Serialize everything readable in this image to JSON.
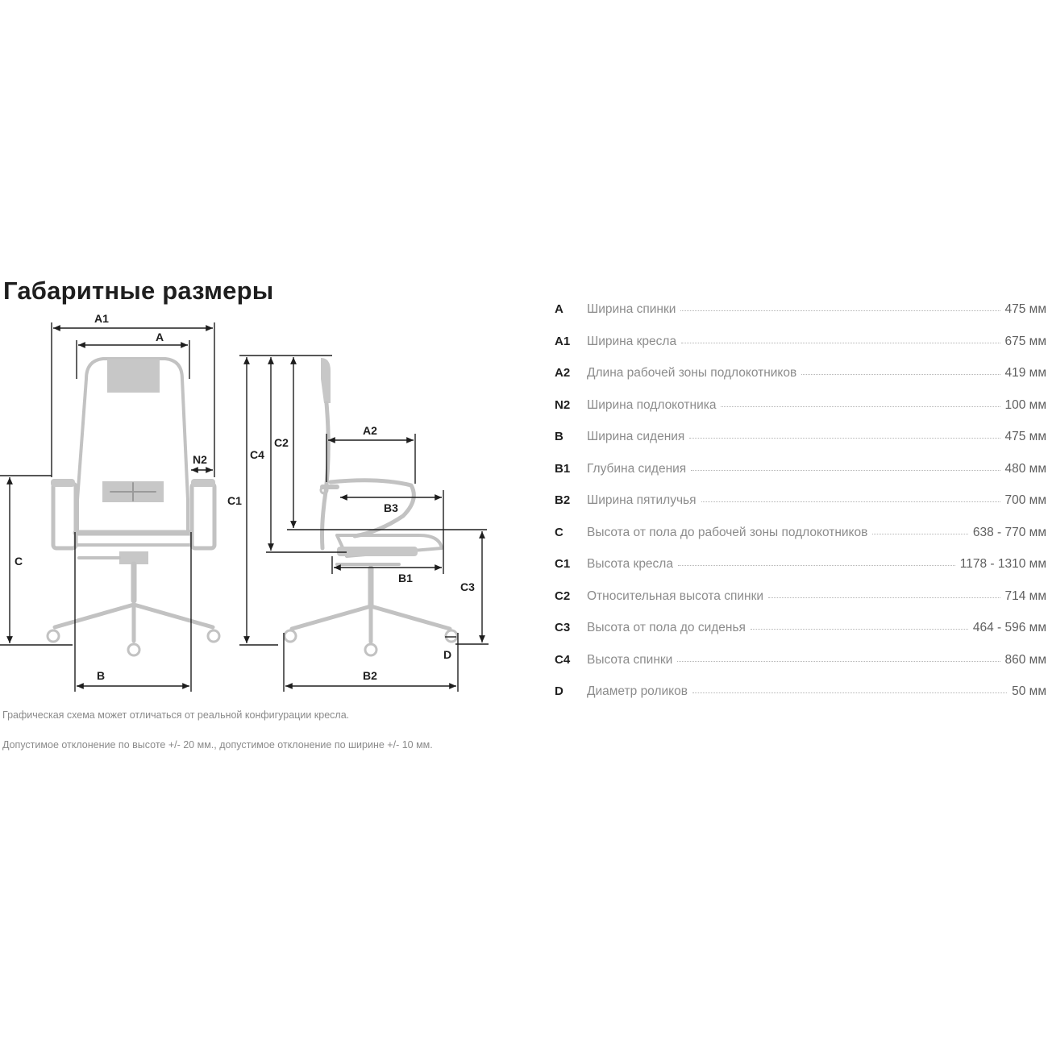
{
  "title": "Габаритные размеры",
  "diagram_labels": {
    "a1": "A1",
    "a": "A",
    "n2": "N2",
    "c": "C",
    "b": "B",
    "c1": "C1",
    "c4": "C4",
    "c2": "C2",
    "a2": "A2",
    "b3": "B3",
    "b1": "B1",
    "c3": "C3",
    "d": "D",
    "b2": "B2"
  },
  "notes": [
    "Графическая схема может отличаться от реальной конфигурации кресла.",
    "Допустимое отклонение по высоте +/- 20 мм., допустимое отклонение по ширине +/- 10 мм."
  ],
  "specs": [
    {
      "code": "A",
      "label": "Ширина спинки",
      "value": "475 мм"
    },
    {
      "code": "A1",
      "label": "Ширина кресла",
      "value": "675 мм"
    },
    {
      "code": "A2",
      "label": "Длина рабочей зоны подлокотников",
      "value": "419 мм"
    },
    {
      "code": "N2",
      "label": "Ширина подлокотника",
      "value": "100 мм"
    },
    {
      "code": "B",
      "label": "Ширина сидения",
      "value": "475 мм"
    },
    {
      "code": "B1",
      "label": "Глубина сидения",
      "value": "480 мм"
    },
    {
      "code": "B2",
      "label": "Ширина пятилучья",
      "value": "700 мм"
    },
    {
      "code": "C",
      "label": "Высота от пола до рабочей зоны подлокотников",
      "value": "638 - 770 мм"
    },
    {
      "code": "C1",
      "label": "Высота кресла",
      "value": "1178 - 1310 мм"
    },
    {
      "code": "C2",
      "label": "Относительная высота спинки",
      "value": "714 мм"
    },
    {
      "code": "C3",
      "label": "Высота от пола до сиденья",
      "value": "464 - 596 мм"
    },
    {
      "code": "C4",
      "label": "Высота спинки",
      "value": "860 мм"
    },
    {
      "code": "D",
      "label": "Диаметр роликов",
      "value": "50 мм"
    }
  ]
}
